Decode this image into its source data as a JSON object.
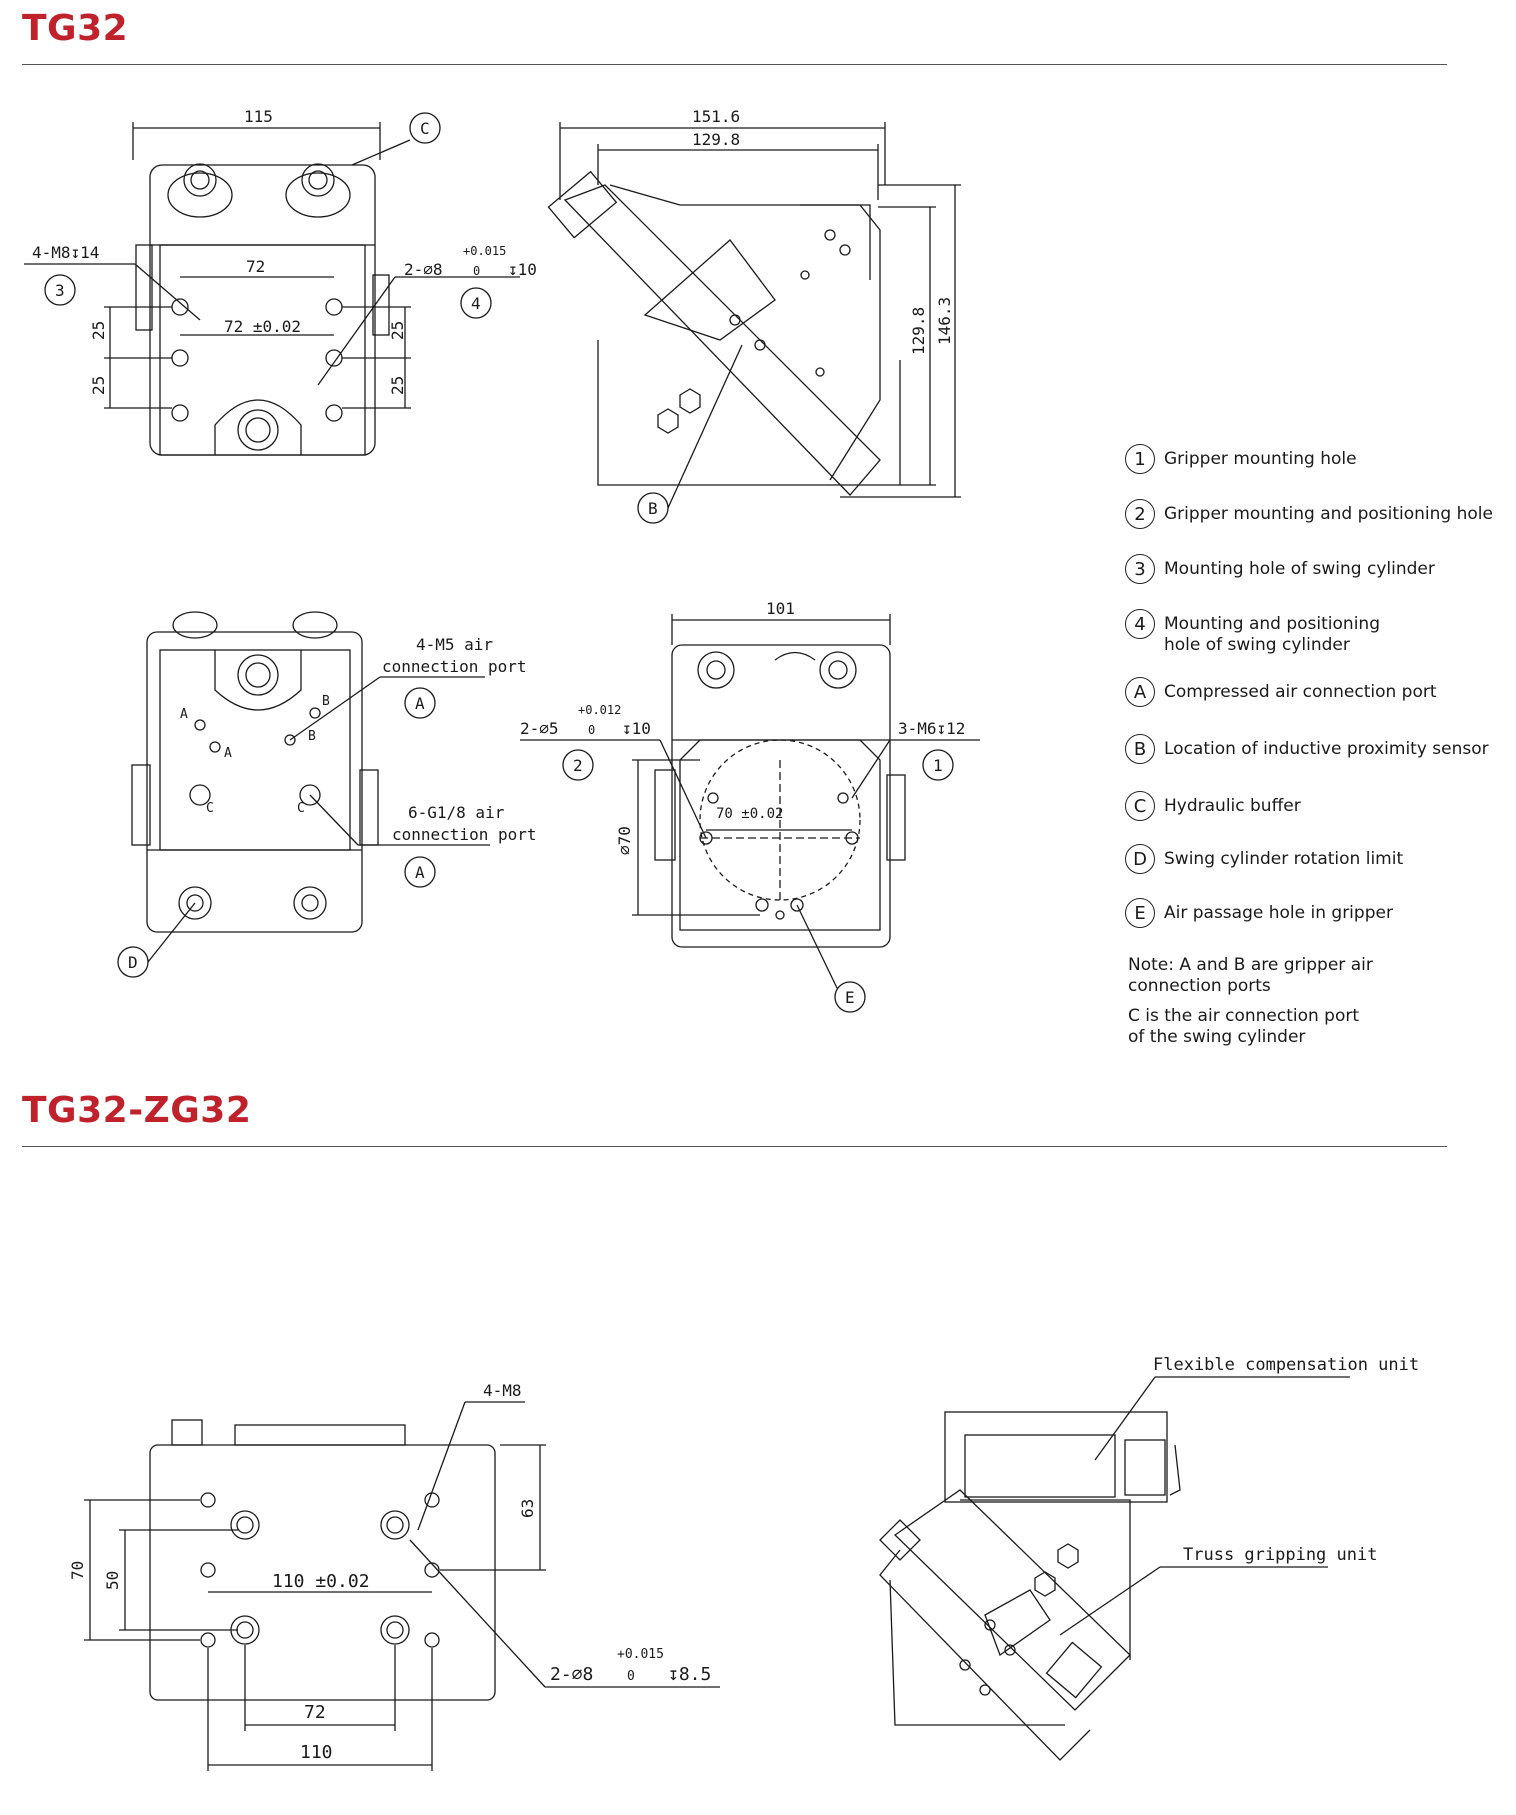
{
  "sections": {
    "tg32_title": "TG32",
    "tg32zg32_title": "TG32-ZG32"
  },
  "colors": {
    "title_red": "#c0222c",
    "line": "#1a1a1a"
  },
  "tg32_top_left": {
    "width": "115",
    "dim_72": "72",
    "dim_72_tol": "72 ±0.02",
    "dim_25": "25",
    "m8_callout": "4-M8↧14",
    "pin_callout": "2-⌀8",
    "pin_tol_plus": "+0.015",
    "pin_tol_zero": "0",
    "pin_depth": "↧10",
    "label_c": "C",
    "label_3": "3",
    "label_4": "4"
  },
  "tg32_top_right": {
    "dim_151": "151.6",
    "dim_129w": "129.8",
    "dim_129h": "129.8",
    "dim_146": "146.3",
    "label_b": "B"
  },
  "tg32_bottom_left": {
    "m5_callout_1": "4-M5 air",
    "m5_callout_2": "connection port",
    "g18_callout_1": "6-G1/8 air",
    "g18_callout_2": "connection port",
    "label_a": "A",
    "label_d": "D",
    "port_a": "A",
    "port_b": "B",
    "port_c": "C"
  },
  "tg32_bottom_right": {
    "width": "101",
    "pin_callout": "2-⌀5",
    "pin_tol_plus": "+0.012",
    "pin_tol_zero": "0",
    "pin_depth": "↧10",
    "m6_callout": "3-M6↧12",
    "dim_70": "70 ±0.02",
    "dia_70": "⌀70",
    "label_2": "2",
    "label_1": "1",
    "label_e": "E"
  },
  "legend": [
    {
      "mark": "1",
      "text": "Gripper mounting hole"
    },
    {
      "mark": "2",
      "text": "Gripper mounting and positioning hole"
    },
    {
      "mark": "3",
      "text": "Mounting hole of swing cylinder"
    },
    {
      "mark": "4",
      "text": "Mounting and positioning hole of swing cylinder"
    },
    {
      "mark": "A",
      "text": "Compressed air connection port"
    },
    {
      "mark": "B",
      "text": "Location of inductive proximity sensor"
    },
    {
      "mark": "C",
      "text": "Hydraulic buffer"
    },
    {
      "mark": "D",
      "text": "Swing cylinder rotation limit"
    },
    {
      "mark": "E",
      "text": "Air passage hole in gripper"
    }
  ],
  "notes": {
    "note1": "Note: A and B are gripper air connection ports",
    "note2": "C is the air connection port of the swing cylinder"
  },
  "tg32zg32_left": {
    "m8_callout": "4-M8",
    "dim_63": "63",
    "dim_70": "70",
    "dim_50": "50",
    "dim_110_tol": "110 ±0.02",
    "dim_72": "72",
    "dim_110": "110",
    "pin_callout": "2-⌀8",
    "pin_tol_plus": "+0.015",
    "pin_tol_zero": "0",
    "pin_depth": "↧8.5"
  },
  "tg32zg32_right": {
    "flex_label": "Flexible compensation unit",
    "truss_label": "Truss gripping unit"
  }
}
